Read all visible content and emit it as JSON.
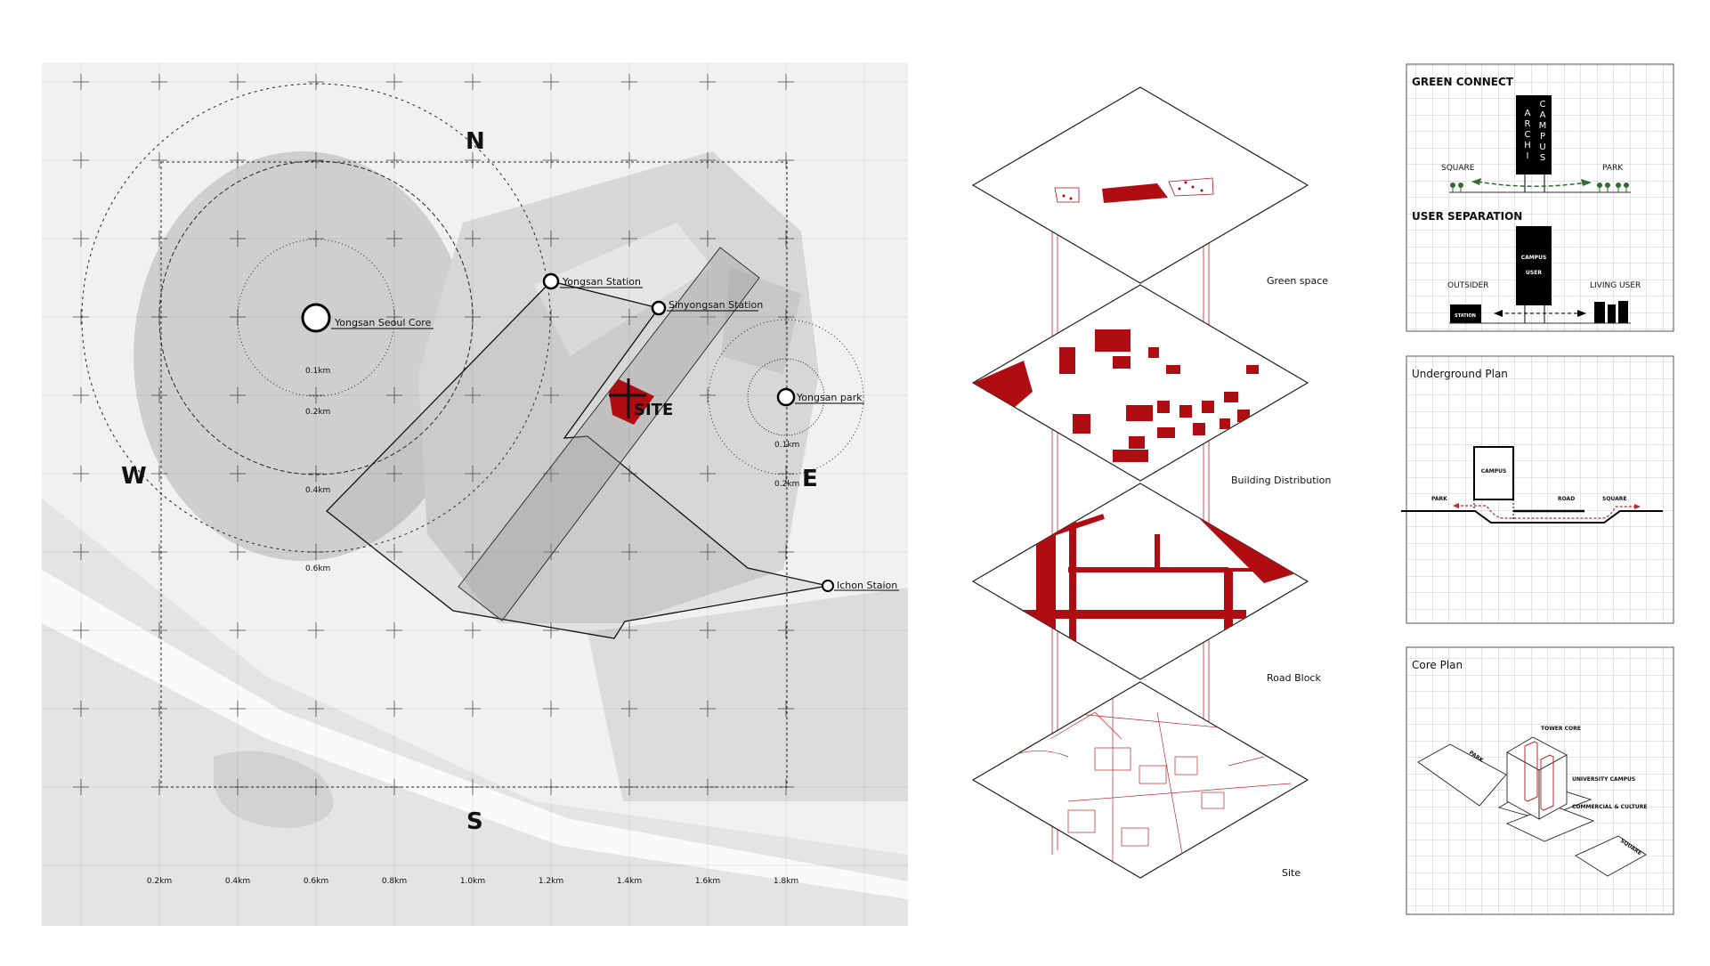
{
  "site_map": {
    "compass": {
      "north": "N",
      "south": "S",
      "west": "W",
      "east": "E"
    },
    "site_label": "SITE",
    "places": {
      "core": "Yongsan Seoul Core",
      "yongsan_station": "Yongsan Station",
      "sinyongsan_station": "Sinyongsan Station",
      "yongsan_park": "Yongsan park",
      "ichon_station": "Ichon Staion"
    },
    "core_radii": [
      "0.1km",
      "0.2km",
      "0.4km",
      "0.6km"
    ],
    "park_radii": [
      "0.1km",
      "0.2km"
    ],
    "x_axis": [
      "0.2km",
      "0.4km",
      "0.6km",
      "0.8km",
      "1.0km",
      "1.2km",
      "1.4km",
      "1.6km",
      "1.8km"
    ]
  },
  "layers": [
    {
      "label": "Green space"
    },
    {
      "label": "Building Distribution"
    },
    {
      "label": "Road Block"
    },
    {
      "label": "Site"
    }
  ],
  "panels": {
    "green_connect": {
      "title": "GREEN CONNECT",
      "archi": "ARCHI",
      "campus": "CAMPUS",
      "square": "SQUARE",
      "park": "PARK"
    },
    "user_separation": {
      "title": "USER SEPARATION",
      "campus": "CAMPUS",
      "user": "USER",
      "outsider": "OUTSIDER",
      "living_user": "LIVING USER",
      "station": "STATION"
    },
    "underground": {
      "title": "Underground Plan",
      "campus": "CAMPUS",
      "park": "PARK",
      "road": "ROAD",
      "square": "SQUARE"
    },
    "core": {
      "title": "Core Plan",
      "tower_core": "TOWER CORE",
      "university_campus": "UNIVERSITY CAMPUS",
      "commercial": "COMMERCIAL & CULTURE",
      "park": "PARK",
      "square": "SQUARE"
    }
  },
  "colors": {
    "accent_red": "#b00d12",
    "green": "#2e6b2e",
    "map_gray": "#d4d4d4"
  }
}
